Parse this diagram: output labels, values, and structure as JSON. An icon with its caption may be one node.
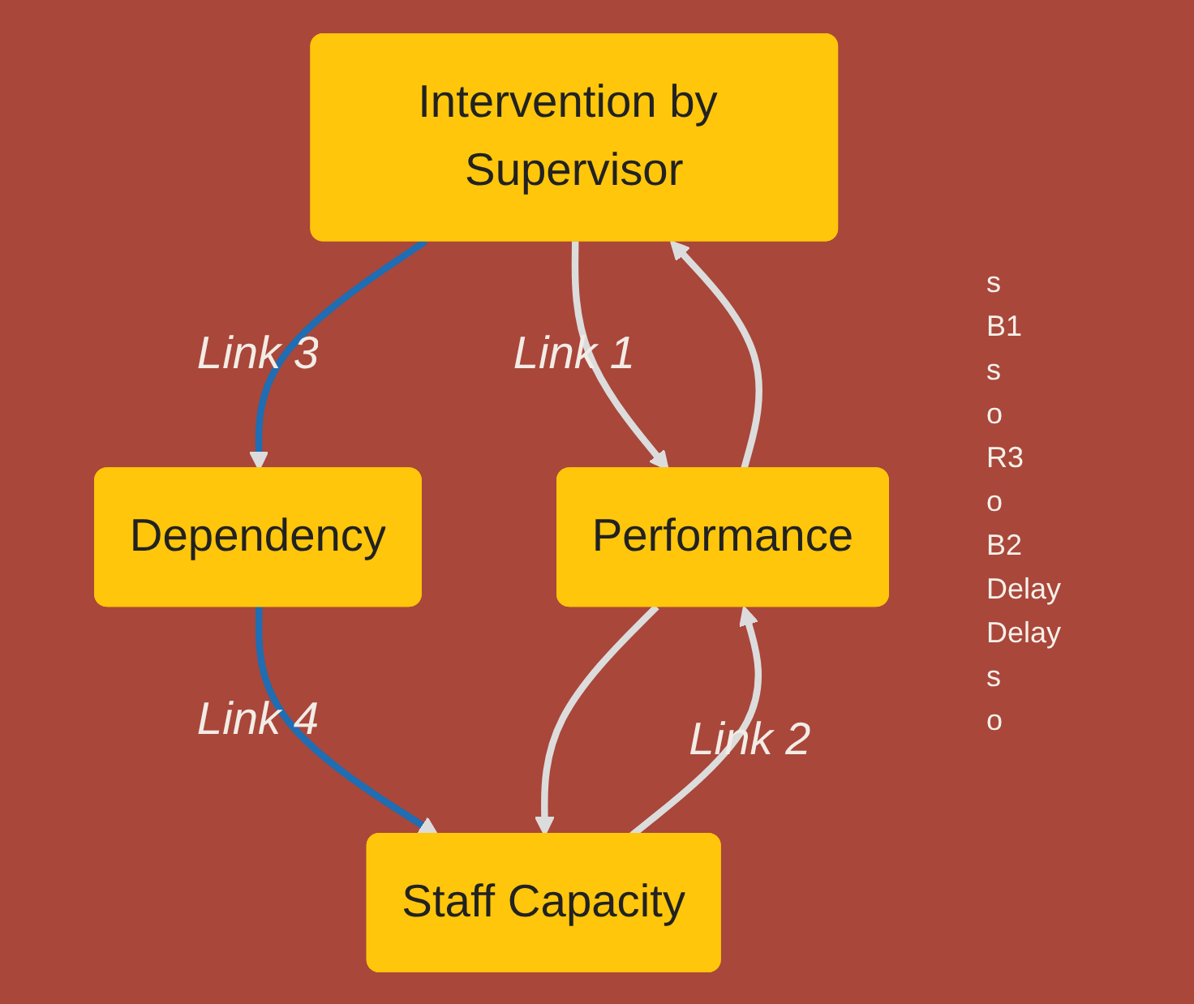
{
  "diagram": {
    "nodes": [
      {
        "text": [
          "Intervention by Supervisor"
        ]
      },
      {
        "text": [
          "Performance"
        ]
      },
      {
        "text": [
          "Dependency"
        ]
      },
      {
        "text": [
          "Staff Capacity"
        ]
      }
    ],
    "edges": [
      {
        "from": 0,
        "to": 1,
        "arrow": "to",
        "label": "Link 1"
      },
      {
        "from": 1,
        "to": 0,
        "arrow": "to"
      },
      {
        "from": 0,
        "to": 2,
        "arrow": "to",
        "label": "Link 3",
        "color": "#1f6db3"
      },
      {
        "from": 2,
        "to": 3,
        "arrow": "to",
        "label": "Link 4",
        "color": "#1f6db3"
      },
      {
        "from": 3,
        "to": 1,
        "arrow": "to",
        "label": "Link 2"
      },
      {
        "from": 1,
        "to": 3,
        "arrow": "to"
      }
    ],
    "labels": [
      "s",
      "B1",
      "s",
      "o",
      "R3",
      "o",
      "B2",
      "Delay",
      "Delay",
      "s",
      "o"
    ]
  }
}
